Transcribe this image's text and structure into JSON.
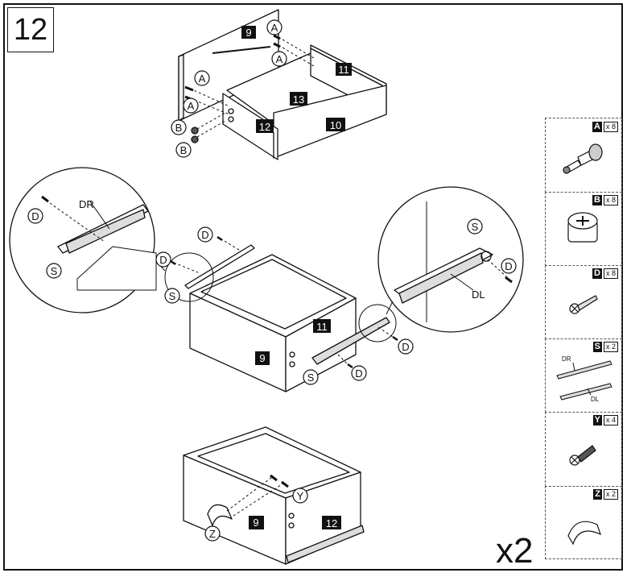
{
  "step_number": "12",
  "quantity_multiplier": "x2",
  "callouts": {
    "A": "A",
    "B": "B",
    "D": "D",
    "S": "S",
    "Y": "Y",
    "Z": "Z"
  },
  "part_numbers": {
    "p9": "9",
    "p10": "10",
    "p11": "11",
    "p12": "12",
    "p13": "13"
  },
  "slide_labels": {
    "DR": "DR",
    "DL": "DL"
  },
  "hardware": [
    {
      "key": "A",
      "count": "x 8",
      "icon": "cam-dowel-icon"
    },
    {
      "key": "B",
      "count": "x 8",
      "icon": "cam-lock-icon"
    },
    {
      "key": "D",
      "count": "x 8",
      "icon": "screw-icon"
    },
    {
      "key": "S",
      "count": "x 2",
      "icon": "drawer-slide-icon",
      "labels": [
        "DR",
        "DL"
      ]
    },
    {
      "key": "Y",
      "count": "x 4",
      "icon": "handle-screw-icon"
    },
    {
      "key": "Z",
      "count": "x 2",
      "icon": "handle-icon"
    }
  ]
}
